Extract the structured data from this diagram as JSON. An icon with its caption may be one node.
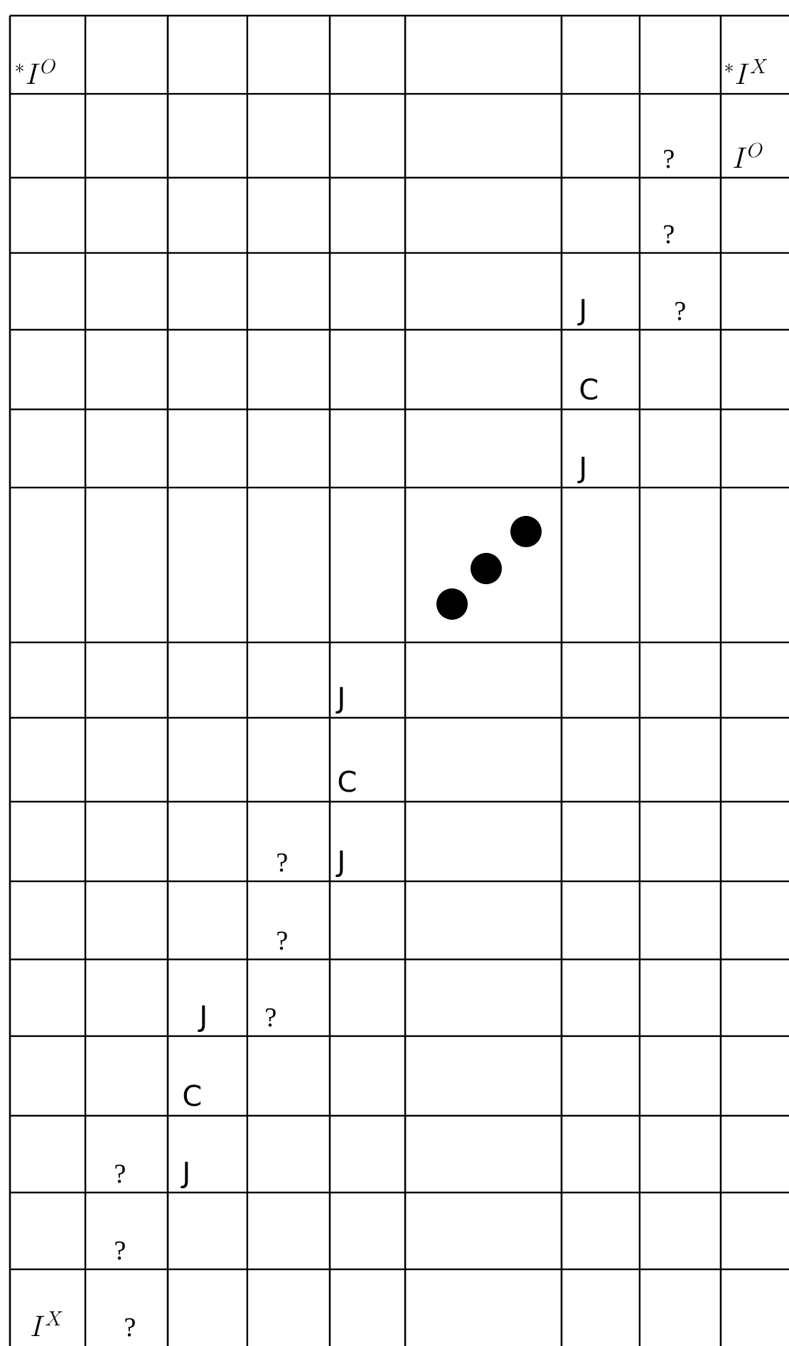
{
  "diagram": {
    "labels": [
      "{}^{*}I^{O}",
      "{}^{*}I^{X}",
      "?",
      "I^{O}",
      "?",
      "J",
      "?",
      "C",
      "J",
      "J",
      "C",
      "?",
      "J",
      "?",
      "J",
      "?",
      "C",
      "?",
      "J",
      "?",
      "I^{X}",
      "?"
    ]
  }
}
